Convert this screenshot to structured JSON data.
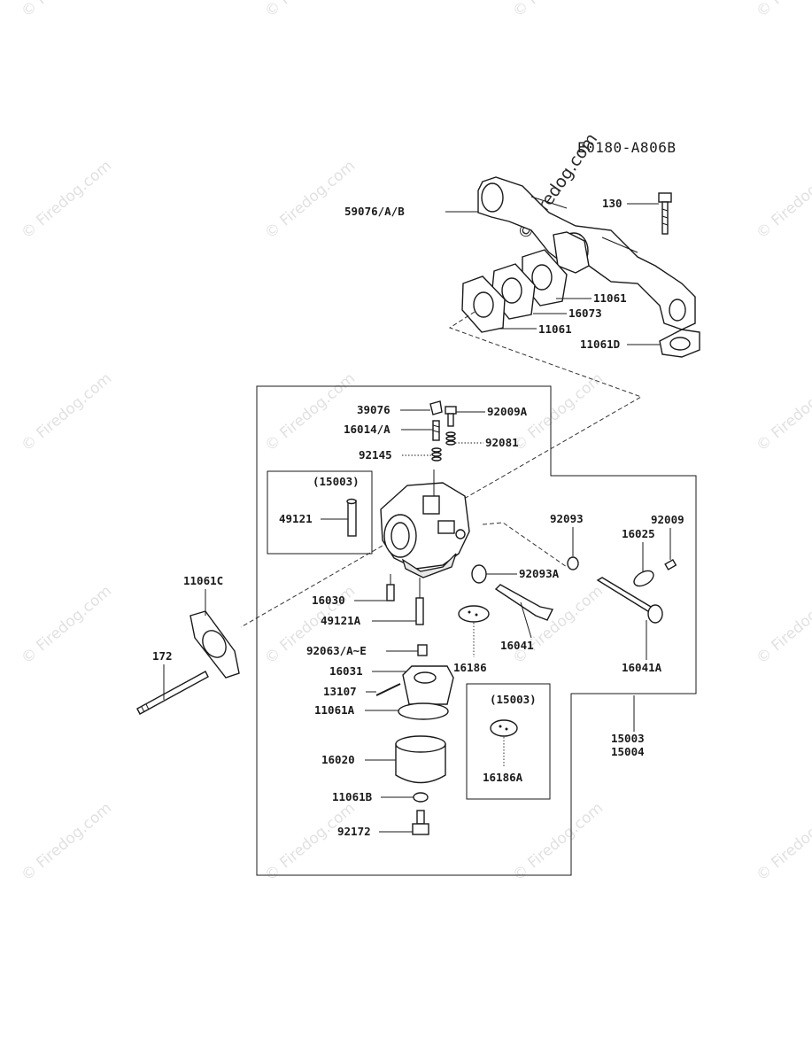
{
  "diagram_code": "E0180-A806B",
  "watermark": "© Firedog.com",
  "watermark_main": "© Firedog.com",
  "labels": {
    "p59076": "59076/A/B",
    "p130": "130",
    "p11061_a": "11061",
    "p16073": "16073",
    "p11061_b": "11061",
    "p11061D": "11061D",
    "p39076": "39076",
    "p92009A": "92009A",
    "p16014": "16014/A",
    "p92081": "92081",
    "p92145": "92145",
    "sub1_title": "(15003)",
    "p49121": "49121",
    "p92093": "92093",
    "p92009": "92009",
    "p16025": "16025",
    "p92093A": "92093A",
    "p11061C": "11061C",
    "p16030": "16030",
    "p49121A": "49121A",
    "p16041": "16041",
    "p16186": "16186",
    "p16041A": "16041A",
    "p172": "172",
    "p92063": "92063/A~E",
    "p16031": "16031",
    "p13107": "13107",
    "p11061A": "11061A",
    "sub2_title": "(15003)",
    "p15003": "15003",
    "p15004": "15004",
    "p16020": "16020",
    "p16186A": "16186A",
    "p11061B": "11061B",
    "p92172": "92172"
  }
}
